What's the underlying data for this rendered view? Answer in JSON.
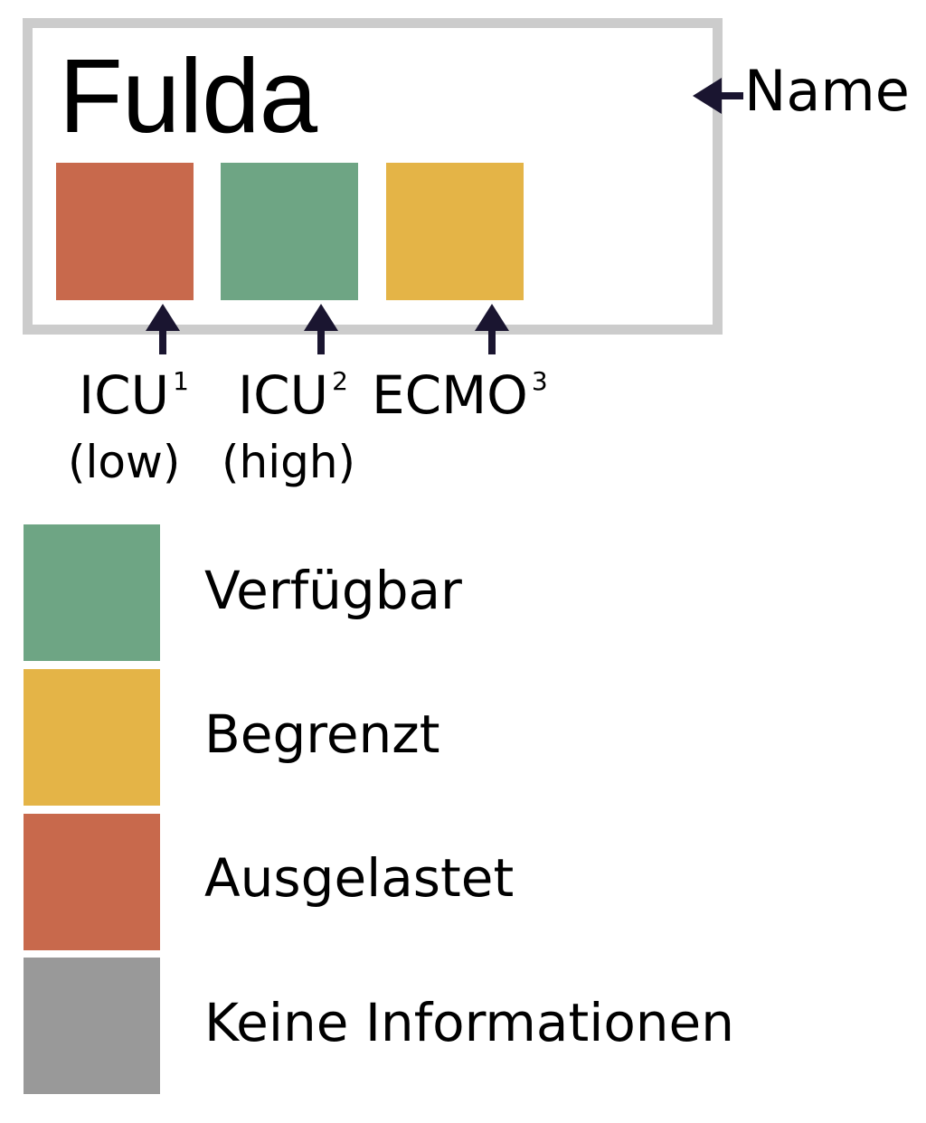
{
  "card": {
    "title": "Fulda",
    "squares": [
      {
        "color": "#c8694c"
      },
      {
        "color": "#6ea584"
      },
      {
        "color": "#e4b447"
      }
    ]
  },
  "annotations": {
    "name": "Name",
    "columns": [
      {
        "label": "ICU",
        "sup": "1",
        "sub": "(low)"
      },
      {
        "label": "ICU",
        "sup": "2",
        "sub": "(high)"
      },
      {
        "label": "ECMO",
        "sup": "3",
        "sub": ""
      }
    ]
  },
  "legend": [
    {
      "label": "Verfügbar",
      "color": "#6ea584"
    },
    {
      "label": "Begrenzt",
      "color": "#e4b447"
    },
    {
      "label": "Ausgelastet",
      "color": "#c8694c"
    },
    {
      "label": "Keine Informationen",
      "color": "#999999"
    }
  ],
  "colors": {
    "card_border": "#cccccc",
    "arrow": "#1a1530"
  }
}
